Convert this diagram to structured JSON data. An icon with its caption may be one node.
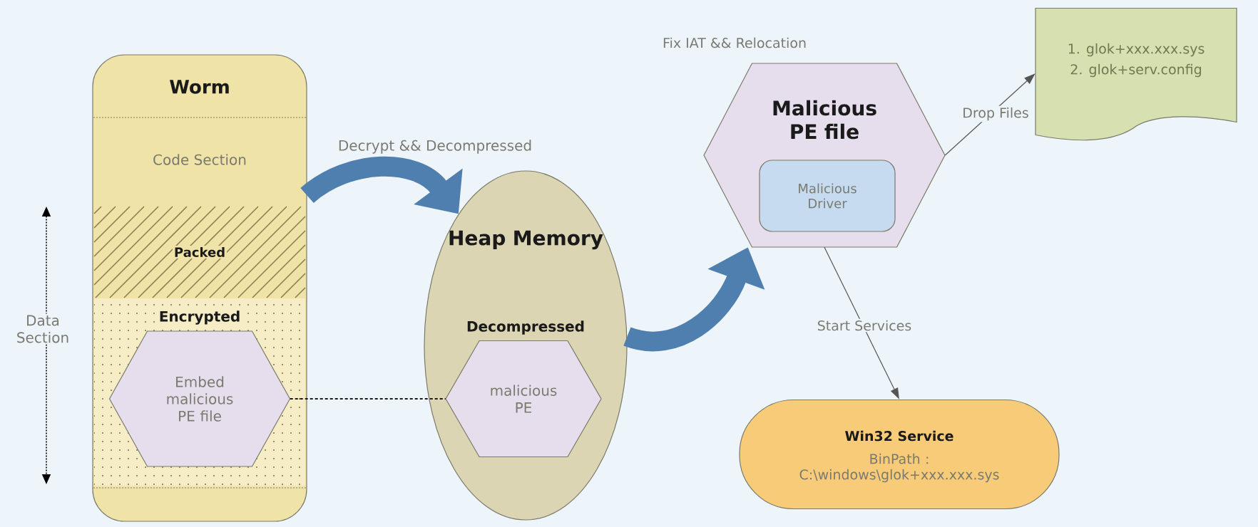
{
  "diagram": {
    "nodes": [
      {
        "text": [
          "Worm"
        ]
      },
      {
        "text": [
          "Code Section"
        ],
        "in": 0
      },
      {
        "text": [
          "Packed"
        ],
        "in": 0
      },
      {
        "text": [
          "Encrypted"
        ],
        "in": 0
      },
      {
        "text": [
          "Embed malicious PE file"
        ],
        "in": 3
      },
      {
        "text": [
          "Heap Memory",
          "Decompressed"
        ]
      },
      {
        "text": [
          "malicious PE"
        ],
        "in": 5
      },
      {
        "text": [
          "Malicious PE file"
        ],
        "beside": [
          "Fix IAT && Relocation"
        ]
      },
      {
        "text": [
          "Malicious Driver"
        ],
        "in": 7
      },
      {
        "text": [
          "1. glok+xxx.xxx.sys",
          "2. glok+serv.config"
        ]
      },
      {
        "text": [
          "Win32 Service",
          "BinPath : C:\\windows\\glok+xxx.xxx.sys"
        ]
      }
    ],
    "edges": [
      {
        "from": 0,
        "to": 5,
        "arrow": "to",
        "label": "Decrypt && Decompressed",
        "style": "thick",
        "color": "#4f7fae"
      },
      {
        "from": 5,
        "to": 7,
        "arrow": "to",
        "style": "thick",
        "color": "#4f7fae"
      },
      {
        "from": 7,
        "to": 9,
        "arrow": "to",
        "label": "Drop Files"
      },
      {
        "from": 7,
        "to": 10,
        "arrow": "to",
        "label": "Start Services"
      },
      {
        "from": 4,
        "to": 6,
        "arrow": "none",
        "style": "dashed",
        "color": "#1a1a1a"
      }
    ],
    "labels": [
      "Data Section"
    ]
  }
}
